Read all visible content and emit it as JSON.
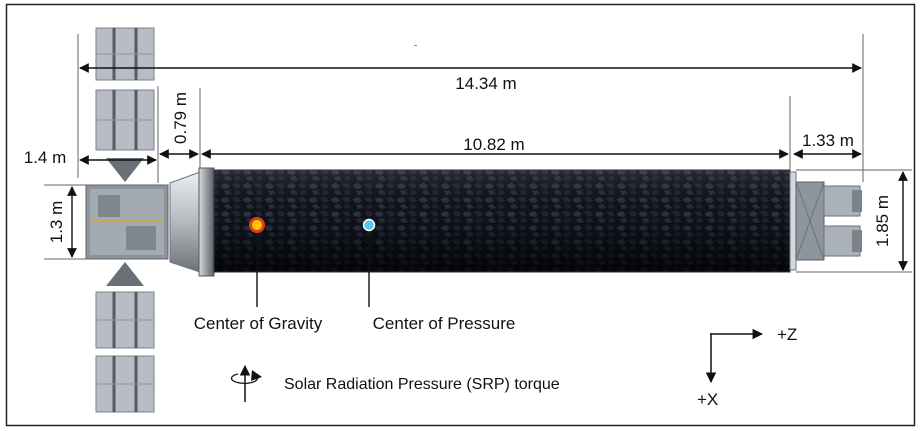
{
  "dimensions": {
    "overall_length": "14.34 m",
    "body_length": "10.82 m",
    "adapter_length": "0.79 m",
    "panel_span": "1.4 m",
    "bus_height": "1.3 m",
    "engine_length": "1.33 m",
    "body_diameter": "1.85 m"
  },
  "markers": {
    "center_of_gravity": "Center of Gravity",
    "center_of_pressure": "Center of Pressure",
    "center_of_gravity_color": "#ffcc00",
    "center_of_pressure_color": "#5bc8f0"
  },
  "legend": {
    "srp_torque": "Solar Radiation Pressure (SRP) torque"
  },
  "axes": {
    "z_label": "+Z",
    "x_label": "+X"
  },
  "colors": {
    "body_dark": "#0c0f18",
    "panel_gray": "#b8bcc4",
    "bus_gray": "#8c949c"
  },
  "icons": [
    "rotation-arrow-icon",
    "axis-arrow-icon"
  ]
}
